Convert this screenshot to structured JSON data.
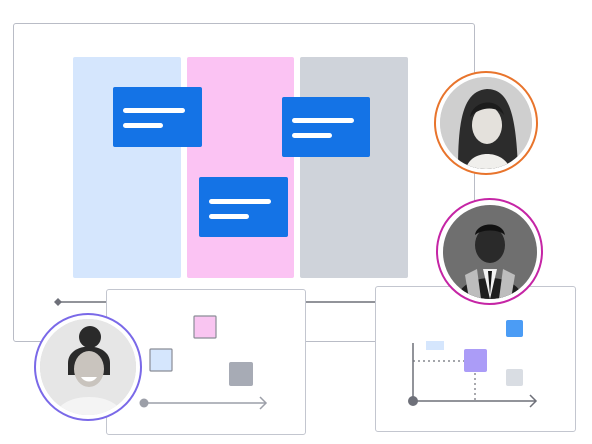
{
  "colors": {
    "board_border": "#b9bcc6",
    "column_1": "#d5e6fd",
    "column_2": "#fbc3f3",
    "column_3": "#cfd3da",
    "card": "#1473e6",
    "timeline": "#6e7079",
    "sticky_pink": "#f9c5f1",
    "sticky_lightblue": "#d5e6fd",
    "sticky_gray": "#a7abb5",
    "sticky_purple": "#ab9cf7",
    "sticky_blue": "#4b9cf5",
    "sticky_pale": "#d9dde3",
    "avatar_ring_orange": "#e8742c",
    "avatar_ring_magenta": "#c525a5",
    "avatar_ring_purple": "#7a69e8"
  },
  "avatars": [
    {
      "name": "person-1",
      "ring": "orange"
    },
    {
      "name": "person-2",
      "ring": "magenta"
    },
    {
      "name": "person-3",
      "ring": "purple"
    }
  ]
}
